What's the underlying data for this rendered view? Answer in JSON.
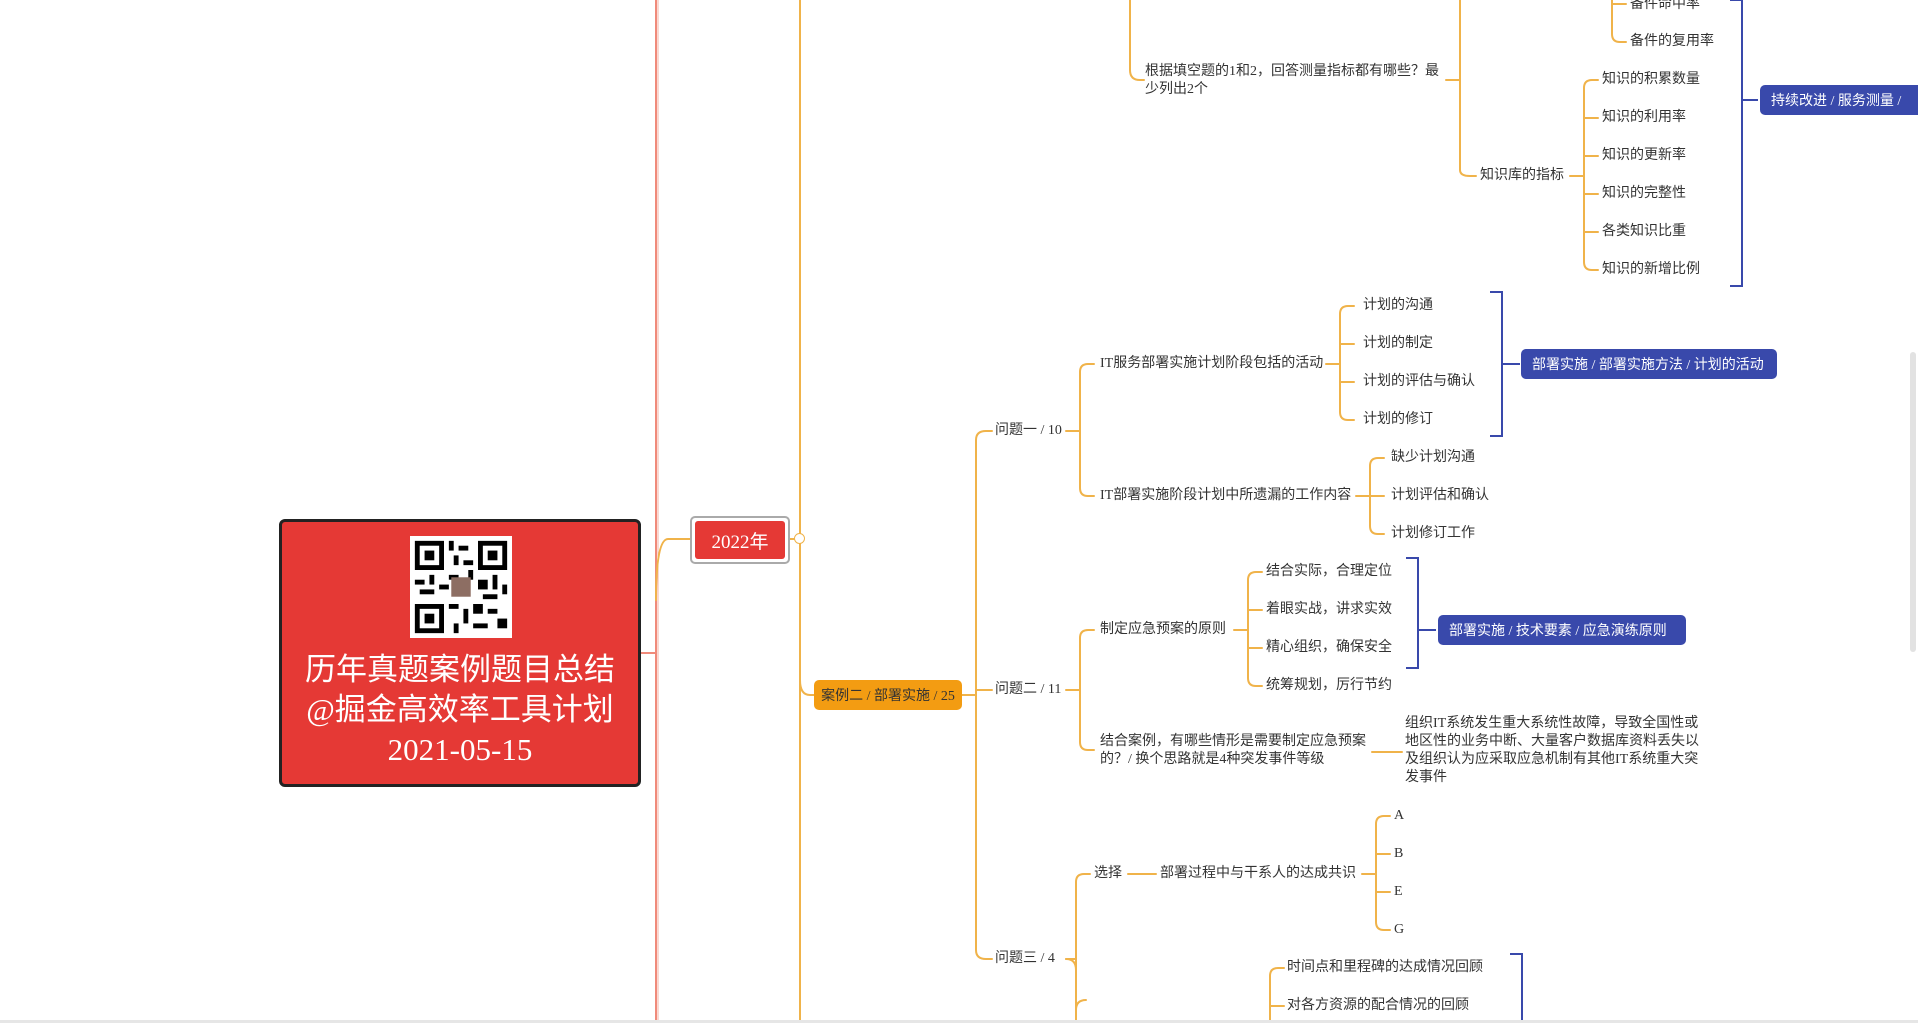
{
  "root": {
    "title_line1": "历年真题案例题目总结",
    "title_line2": "@掘金高效率工具计划",
    "date": "2021-05-15",
    "qr_icon": "qr-code-icon"
  },
  "year": "2022年",
  "case": "案例二 / 部署实施 / 25",
  "top": {
    "question": "根据填空题的1和2，回答测量指标都有哪些？最少列出2个",
    "spare_items": [
      "备件命中率",
      "备件的复用率"
    ],
    "kb_label": "知识库的指标",
    "kb_items": [
      "知识的积累数量",
      "知识的利用率",
      "知识的更新率",
      "知识的完整性",
      "各类知识比重",
      "知识的新增比例"
    ],
    "tag": "持续改进 / 服务测量 /"
  },
  "q1": {
    "label": "问题一 / 10",
    "a1": "IT服务部署实施计划阶段包括的活动",
    "a1_items": [
      "计划的沟通",
      "计划的制定",
      "计划的评估与确认",
      "计划的修订"
    ],
    "a1_tag": "部署实施 / 部署实施方法 / 计划的活动",
    "a2": "IT部署实施阶段计划中所遗漏的工作内容",
    "a2_items": [
      "缺少计划沟通",
      "计划评估和确认",
      "计划修订工作"
    ]
  },
  "q2": {
    "label": "问题二 / 11",
    "a1": "制定应急预案的原则",
    "a1_items": [
      "结合实际，合理定位",
      "着眼实战，讲求实效",
      "精心组织，确保安全",
      "统筹规划，厉行节约"
    ],
    "a1_tag": "部署实施 / 技术要素  / 应急演练原则",
    "a2": "结合案例，有哪些情形是需要制定应急预案的？/ 换个思路就是4种突发事件等级",
    "a2_answer": "组织IT系统发生重大系统性故障，导致全国性或地区性的业务中断、大量客户数据库资料丢失以及组织认为应采取应急机制有其他IT系统重大突发事件"
  },
  "q3": {
    "label": "问题三 / 4",
    "choice": "选择",
    "consensus": "部署过程中与干系人的达成共识",
    "options": [
      "A",
      "B",
      "E",
      "G"
    ],
    "review_items": [
      "时间点和里程碑的达成情况回顾",
      "对各方资源的配合情况的回顾"
    ]
  },
  "colors": {
    "root": "#e53935",
    "case": "#f39c12",
    "tag": "#3949ab",
    "branch": "#f0b34a",
    "main_line": "#f08a7a"
  }
}
